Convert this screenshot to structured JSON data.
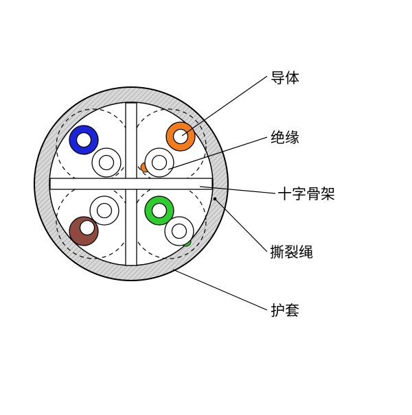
{
  "diagram": {
    "type": "cable-cross-section",
    "labels": {
      "conductor": "导体",
      "insulation": "绝缘",
      "cross_spline": "十字骨架",
      "rip_cord": "撕裂绳",
      "jacket": "护套"
    },
    "pairs": [
      {
        "quadrant": "top-left",
        "colored_wire": "blue",
        "mate": "white"
      },
      {
        "quadrant": "top-right",
        "colored_wire": "orange",
        "mate": "white"
      },
      {
        "quadrant": "bottom-left",
        "colored_wire": "brown",
        "mate": "white"
      },
      {
        "quadrant": "bottom-right",
        "colored_wire": "green",
        "mate": "white"
      }
    ]
  },
  "colors": {
    "blue": "#1c24d8",
    "orange": "#f07c1e",
    "green": "#2ecc2e",
    "brown": "#8e4a3e",
    "white": "#ffffff",
    "outline": "#000000",
    "jacket_base": "#d8d8d8",
    "jacket_hatch": "#a2a2a2",
    "leader": "#000000"
  }
}
